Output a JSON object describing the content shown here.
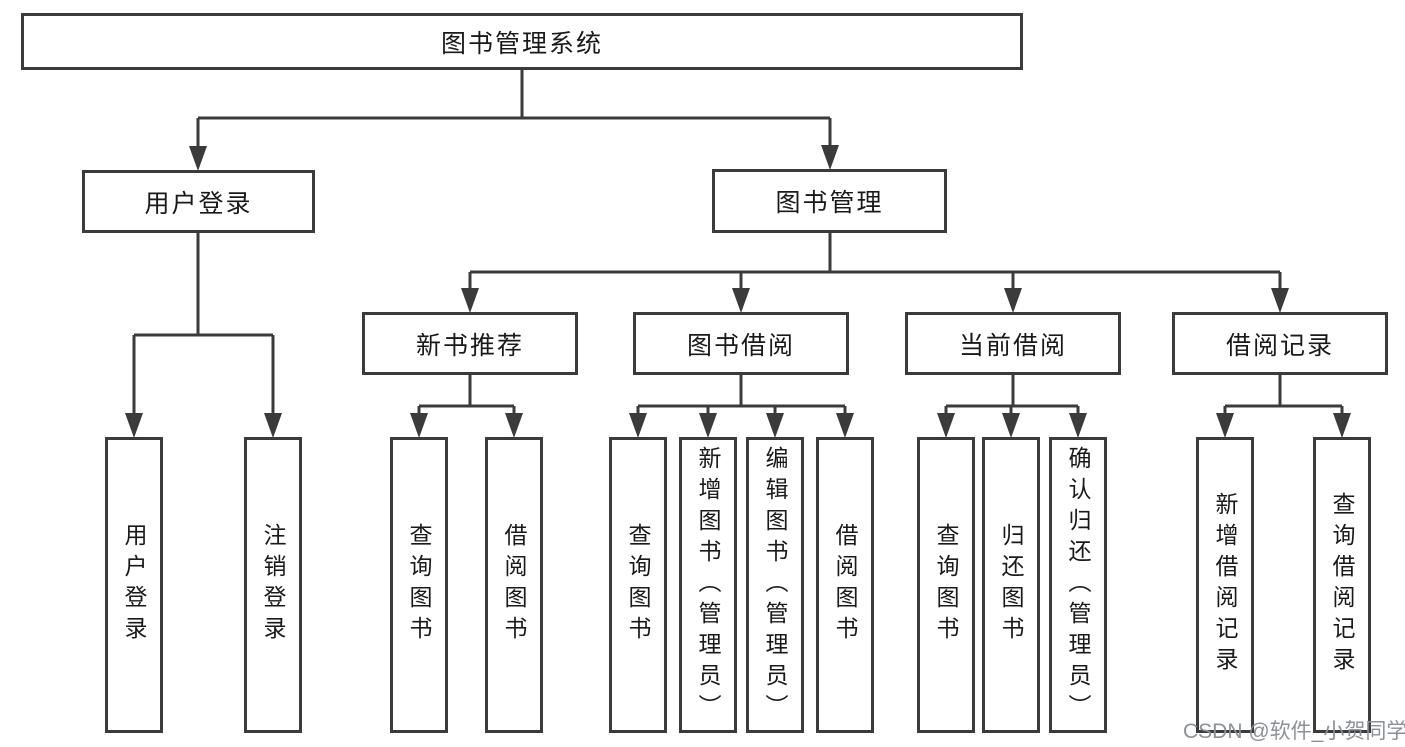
{
  "diagram_title": "图书管理系统",
  "tree": {
    "label": "图书管理系统",
    "children": [
      {
        "label": "用户登录",
        "children": [
          {
            "label": "用户登录"
          },
          {
            "label": "注销登录"
          }
        ]
      },
      {
        "label": "图书管理",
        "children": [
          {
            "label": "新书推荐",
            "children": [
              {
                "label": "查询图书"
              },
              {
                "label": "借阅图书"
              }
            ]
          },
          {
            "label": "图书借阅",
            "children": [
              {
                "label": "查询图书"
              },
              {
                "label": "新增图书（管理员）"
              },
              {
                "label": "编辑图书（管理员）"
              },
              {
                "label": "借阅图书"
              }
            ]
          },
          {
            "label": "当前借阅",
            "children": [
              {
                "label": "查询图书"
              },
              {
                "label": "归还图书"
              },
              {
                "label": "确认归还（管理员）"
              }
            ]
          },
          {
            "label": "借阅记录",
            "children": [
              {
                "label": "新增借阅记录"
              },
              {
                "label": "查询借阅记录"
              }
            ]
          }
        ]
      }
    ]
  },
  "watermark": {
    "text": "CSDN @软件_小贺同学"
  },
  "colors": {
    "line": "#3b3b3b",
    "box_fill": "#ffffff",
    "text": "#1a1a1a",
    "watermark": "#8b919a"
  }
}
